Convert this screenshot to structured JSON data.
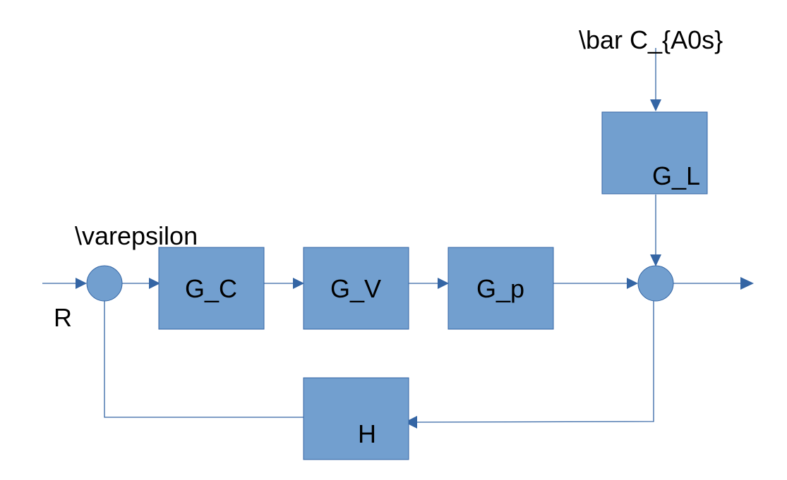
{
  "blocks": {
    "gc": "G_C",
    "gv": "G_V",
    "gp": "G_p",
    "gl": "G_L",
    "h": "H"
  },
  "labels": {
    "input": "R",
    "error": "\\varepsilon",
    "disturbance": "\\bar C_{A0s}"
  },
  "colors": {
    "block_fill": "#729fcf",
    "line": "#3465a4",
    "text": "#000000"
  }
}
